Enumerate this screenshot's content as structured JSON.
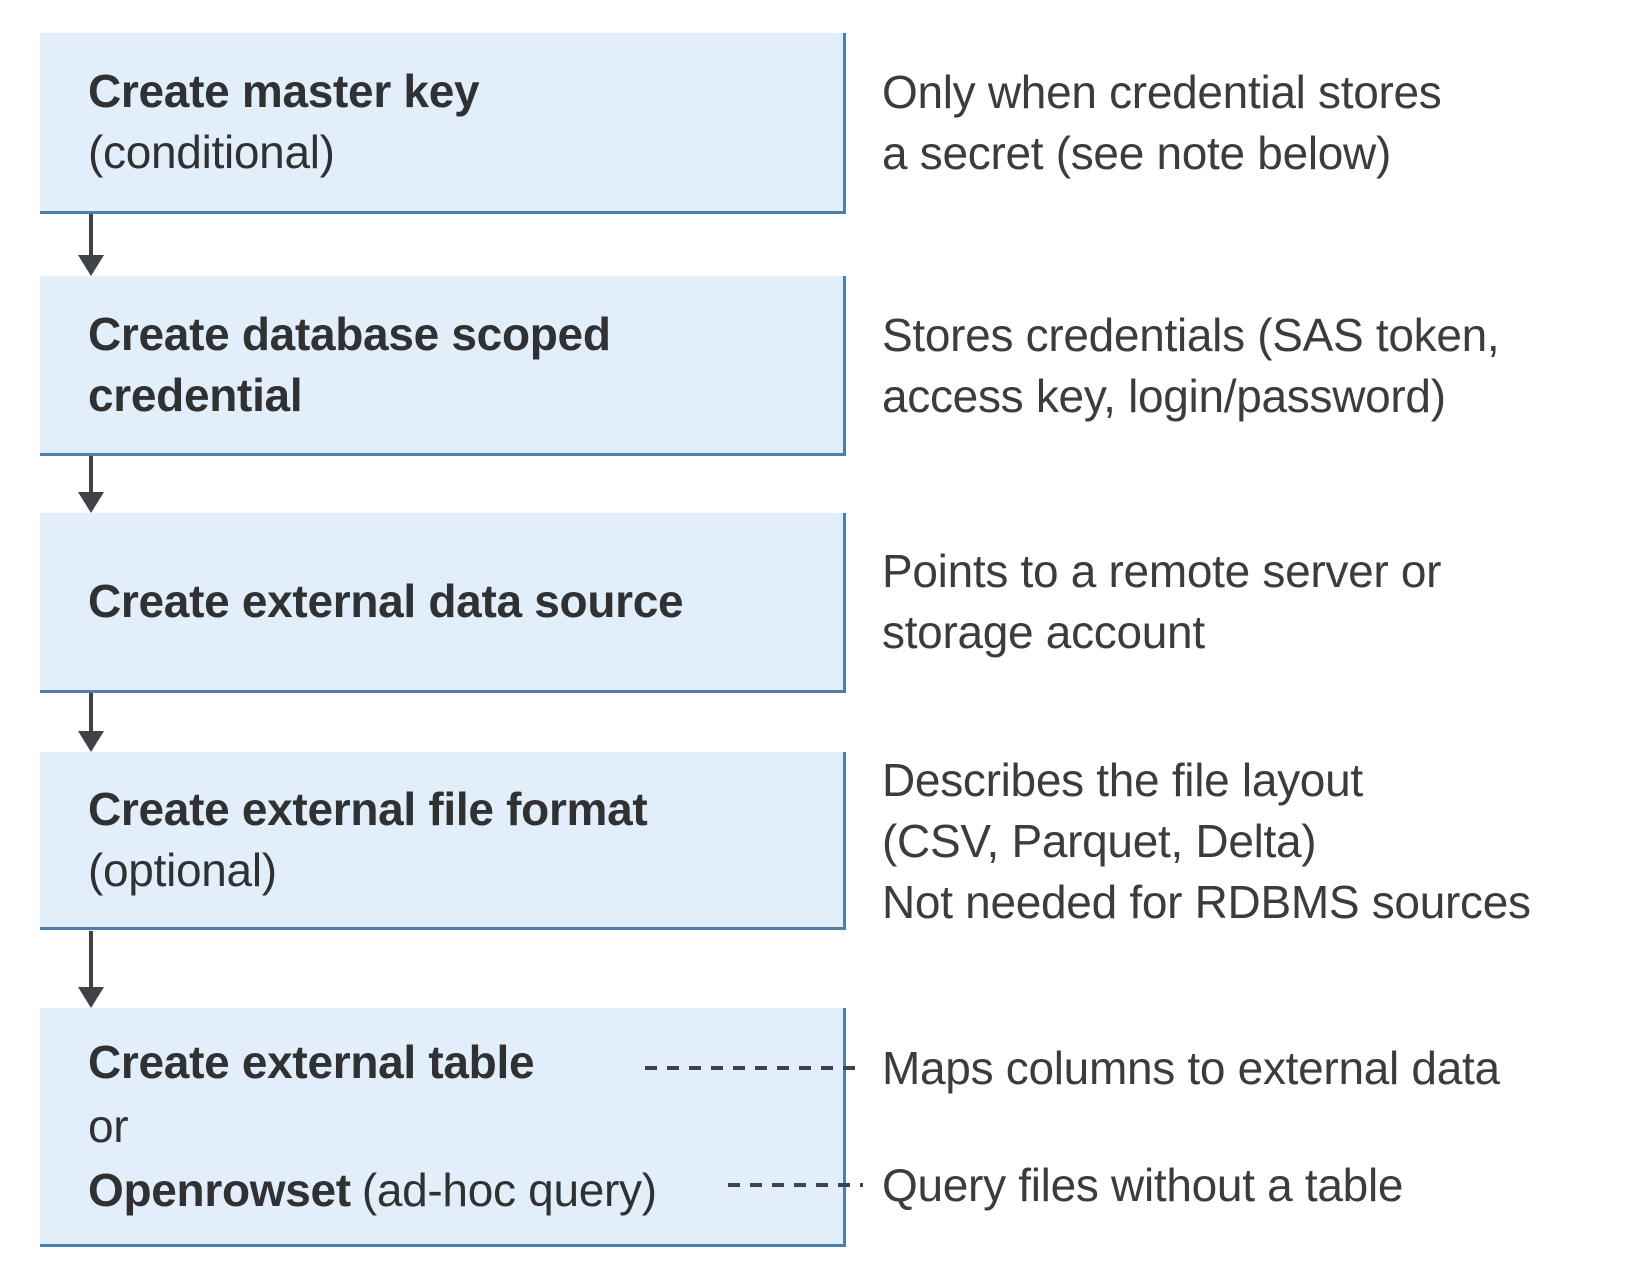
{
  "colors": {
    "box_fill": "#e3eefb",
    "box_border": "#4d7fae",
    "arrow": "#3f4347",
    "title_text": "#2f3133",
    "note_text": "#3a3d40"
  },
  "steps": [
    {
      "title_lines": [
        "Create master key"
      ],
      "qualifier": "(conditional)",
      "note_lines": [
        "Only when credential stores",
        "a secret (see note below)"
      ]
    },
    {
      "title_lines": [
        "Create database scoped",
        "credential"
      ],
      "note_lines": [
        "Stores credentials (SAS token,",
        "access key, login/password)"
      ]
    },
    {
      "title_lines": [
        "Create external data source"
      ],
      "note_lines": [
        "Points to a remote server or",
        "storage account"
      ]
    },
    {
      "title_lines": [
        "Create external file format"
      ],
      "qualifier": "(optional)",
      "note_lines": [
        "Describes the file layout",
        "(CSV, Parquet, Delta)",
        "Not needed for RDBMS sources"
      ]
    },
    {
      "title": "Create external table",
      "or_label": "or",
      "alt_title": "Openrowset",
      "alt_qualifier": "(ad-hoc query)",
      "note_table": "Maps columns to external data",
      "note_openrowset": "Query files without a table"
    }
  ]
}
